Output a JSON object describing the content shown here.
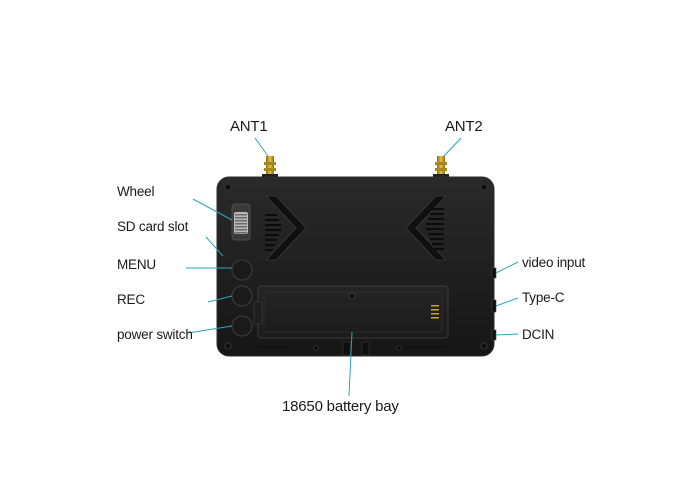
{
  "labels": {
    "ant1": "ANT1",
    "ant2": "ANT2",
    "wheel": "Wheel",
    "sd_card_slot": "SD card slot",
    "menu": "MENU",
    "rec": "REC",
    "power_switch": "power switch",
    "video_input": "video input",
    "type_c": "Type-C",
    "dcin": "DCIN",
    "battery_bay": "18650 battery bay"
  },
  "colors": {
    "background": "#ffffff",
    "device_body": "#1d1d1d",
    "device_edge": "#2e2e2e",
    "callout_line": "#2aa6b8",
    "antenna_gold": "#c9a227",
    "label_text": "#1a1a1a"
  }
}
